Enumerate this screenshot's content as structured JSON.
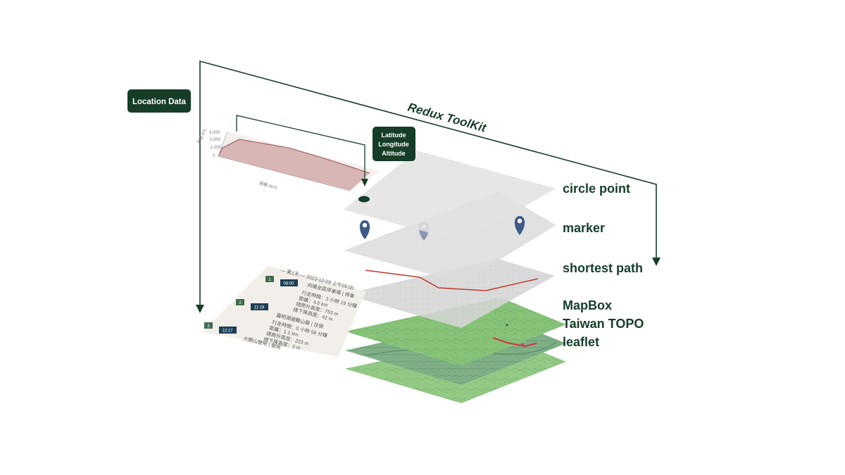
{
  "badges": {
    "location_data": "Location Data",
    "lat": "Latitude",
    "lon": "Longitude",
    "alt": "Altitude"
  },
  "flow_label": "Redux ToolKit",
  "layers": {
    "circle_point": "circle point",
    "marker": "marker",
    "shortest_path": "shortest path",
    "mapbox": "MapBox",
    "taiwan_topo": "Taiwan TOPO",
    "leaflet": "leaflet"
  },
  "colors": {
    "dark_green": "#163d27",
    "marker_blue": "#3f5a87",
    "marker_light": "#8d95b4",
    "path_red": "#c0392b",
    "map_green": "#8dc77d",
    "glass": "#d9d9d9"
  },
  "itinerary": {
    "header": "— 第1天 — 2023-12-09 上午09:00",
    "stops": [
      {
        "number": "1",
        "time": "08:00",
        "place": "向陽全區停車場 | 停車",
        "details": [
          "行走時間：3 小時 19 分鐘",
          "距離：4.0 km",
          "總爬升高度：753 m",
          "總下降高度：42 m"
        ]
      },
      {
        "number": "2",
        "time": "11:19",
        "place": "嘉明湖避難山屋 | 住宿",
        "details": [
          "行走時間：0 小時 58 分鐘",
          "距離：1.1 km",
          "總爬升高度：223 m",
          "總下降高度：0 m"
        ]
      },
      {
        "number": "3",
        "time": "12:17",
        "place": "大關山營地 | 營地",
        "details": []
      }
    ]
  },
  "elevation": {
    "ylabel": "高度 (m)",
    "xlabel": "距離 (km)",
    "yticks": [
      "3,000",
      "2,000",
      "1,000",
      "0"
    ]
  }
}
